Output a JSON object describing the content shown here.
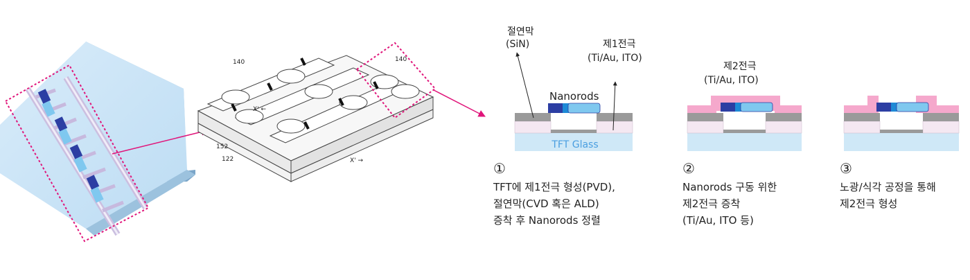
{
  "diagram_labels": {
    "insulator": "절연막",
    "insulator_material": "(SiN)",
    "electrode1": "제1전극",
    "electrode1_material": "(Ti/Au, ITO)",
    "nanorods": "Nanorods",
    "tft_glass": "TFT Glass",
    "electrode2": "제2전극",
    "electrode2_material": "(Ti/Au, ITO)",
    "patent_ref_140a": "140",
    "patent_ref_140b": "140",
    "patent_ref_152": "152",
    "patent_ref_122": "122",
    "patent_x1": "X' ←",
    "patent_x2": "X' →"
  },
  "steps": [
    {
      "number": "①",
      "lines": [
        "TFT에 제1전극 형성(PVD),",
        "절연막(CVD 혹은 ALD)",
        "증착 후 Nanorods 정렬"
      ]
    },
    {
      "number": "②",
      "lines": [
        "Nanorods 구동 위한",
        "제2전극 증착",
        "(Ti/Au, ITO 등)"
      ]
    },
    {
      "number": "③",
      "lines": [
        "노광/식각 공정을 통해",
        "제2전극 형성"
      ]
    }
  ],
  "colors": {
    "magenta": "#e0157a",
    "glass": "#cfe8f7",
    "pink": "#f5a8cc",
    "gray": "#9a9a9a",
    "nanorod_dark": "#2c3ea3",
    "nanorod_light": "#7fc8ef"
  }
}
